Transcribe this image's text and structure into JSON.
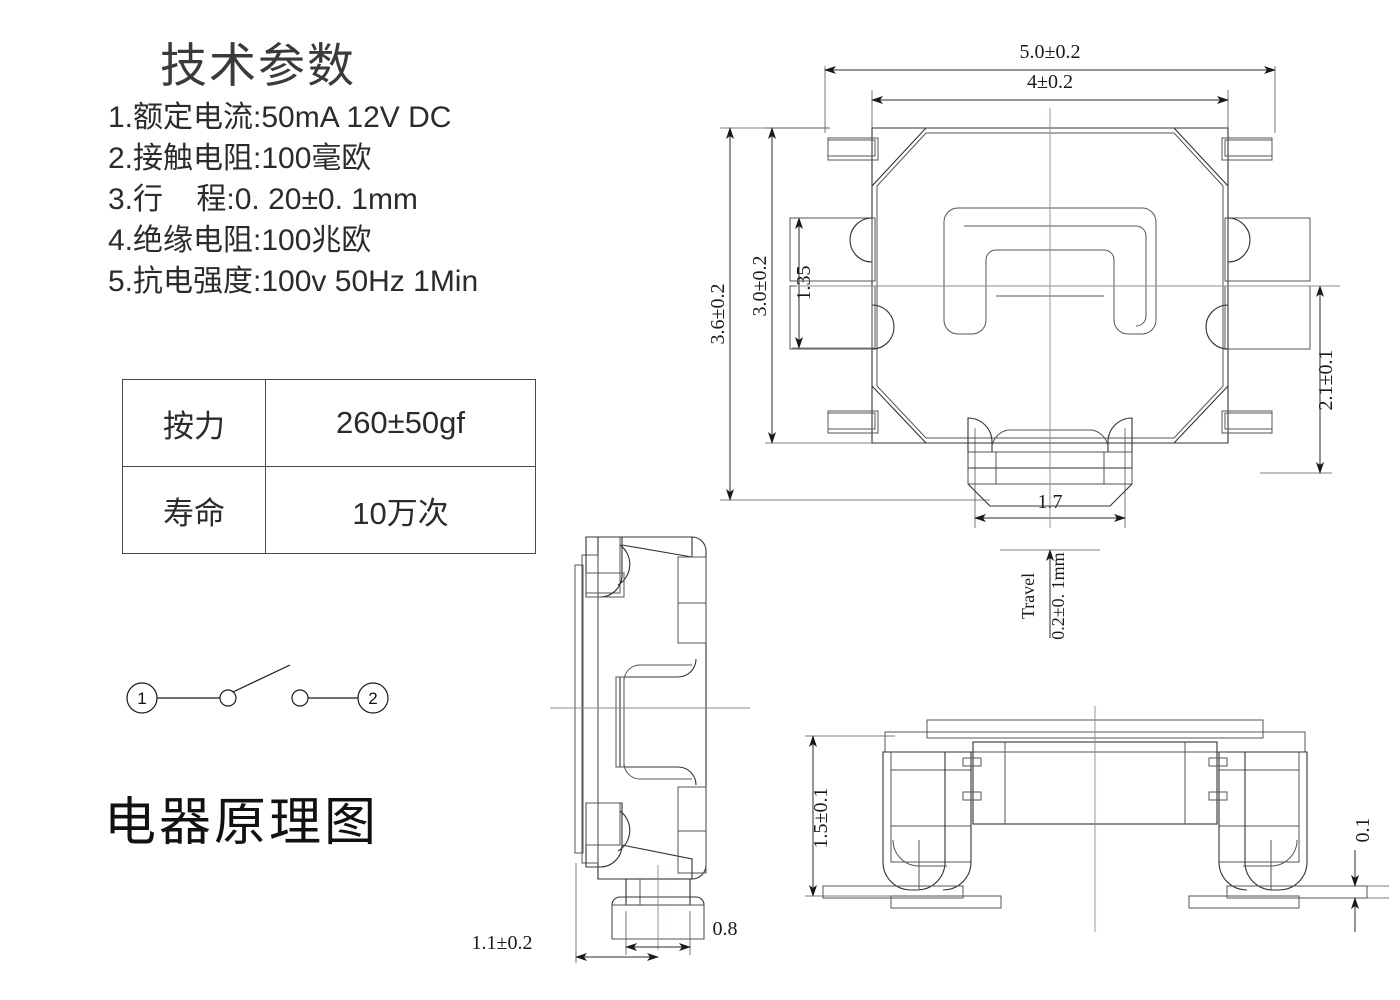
{
  "spec": {
    "title": "技术参数",
    "items": [
      {
        "num": "1.",
        "label": "额定电流",
        "sep": ":",
        "value": "50mA  12V DC"
      },
      {
        "num": "2.",
        "label": "接触电阻",
        "sep": ":",
        "value": "100毫欧"
      },
      {
        "num": "3.",
        "label": "行    程",
        "sep": ":",
        "value": "0. 20±0. 1mm"
      },
      {
        "num": "4.",
        "label": "绝缘电阻",
        "sep": ":",
        "value": "100兆欧"
      },
      {
        "num": "5.",
        "label": "抗电强度",
        "sep": ":",
        "value": "100v  50Hz  1Min"
      }
    ]
  },
  "param_table": {
    "rows": [
      {
        "key": "按力",
        "value": "260±50gf"
      },
      {
        "key": "寿命",
        "value": "10万次"
      }
    ]
  },
  "schematic": {
    "caption": "电器原理图",
    "terminal_1": "1",
    "terminal_2": "2"
  },
  "top_view": {
    "dim_overall_width": "5.0±0.2",
    "dim_body_width": "4±0.2",
    "dim_overall_height": "3.6±0.2",
    "dim_body_height": "3.0±0.2",
    "dim_tab_height": "1.35",
    "dim_right_height": "2.1±0.1",
    "dim_boss_width": "1.7",
    "travel_label": "Travel",
    "travel_value": "0.2±0. 1mm"
  },
  "side_view": {
    "dim_width": "1.1±0.2",
    "dim_plunger": "0.8"
  },
  "front_view": {
    "dim_height": "1.5±0.1",
    "dim_lead_thickness": "0.1"
  },
  "colors": {
    "line": "#2b2b2b",
    "part": "#555555",
    "center": "#9a8a8a",
    "text": "#1a1a1a",
    "background": "#ffffff"
  }
}
